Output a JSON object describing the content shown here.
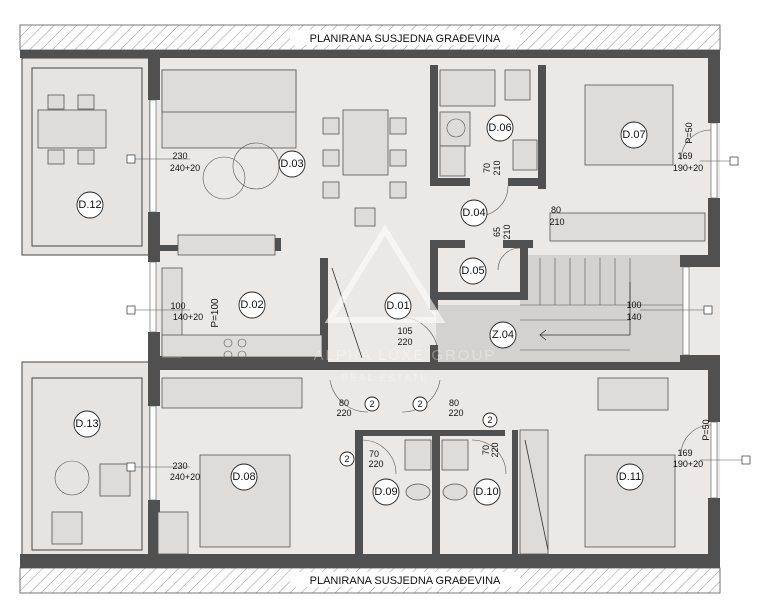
{
  "neighbor_label_top": "PLANIRANA SUSJEDNA GRAĐEVINA",
  "neighbor_label_bottom": "PLANIRANA SUSJEDNA GRAĐEVINA",
  "watermark": {
    "line1": "ALPHA LUXE GROUP",
    "line2": "REAL ESTATE"
  },
  "rooms": [
    "D.01",
    "D.02",
    "D.03",
    "D.04",
    "D.05",
    "D.06",
    "D.07",
    "D.08",
    "D.09",
    "D.10",
    "D.11",
    "D.12",
    "D.13",
    "Z.04"
  ],
  "dimensions": {
    "win_d03": [
      "230",
      "240+20"
    ],
    "door_d06": [
      "70",
      "210"
    ],
    "win_d07_p": "P=50",
    "win_d07": [
      "169",
      "190+20"
    ],
    "door_d07": [
      "80",
      "210"
    ],
    "door_d05": [
      "65",
      "210"
    ],
    "win_d02": [
      "100",
      "140+20"
    ],
    "win_d02_p": "P=100",
    "door_entry": [
      "105",
      "220"
    ],
    "win_stair": [
      "100",
      "140"
    ],
    "door_d08": [
      "80",
      "220"
    ],
    "door_d11": [
      "80",
      "220"
    ],
    "door_d10": [
      "70",
      "220"
    ],
    "door_d09": [
      "70",
      "220"
    ],
    "win_d11_p": "P=50",
    "win_d11": [
      "169",
      "190+20"
    ],
    "win_d08": [
      "230",
      "240+20"
    ],
    "door_type": "2"
  }
}
